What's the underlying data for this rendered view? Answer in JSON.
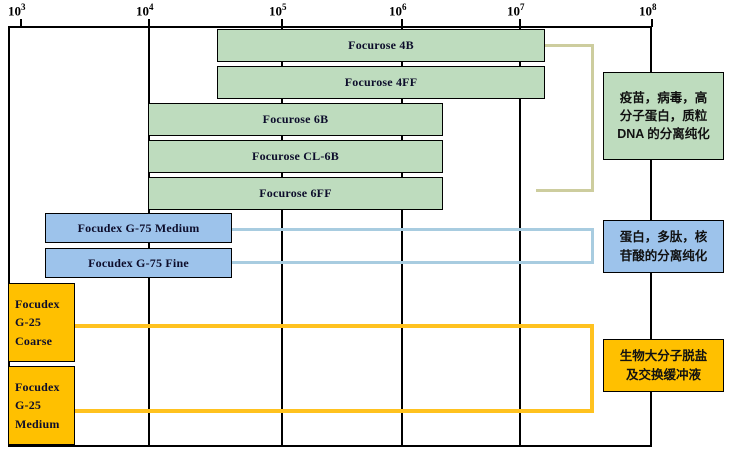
{
  "chart_data": {
    "type": "bar",
    "orientation": "horizontal",
    "title": "",
    "xlabel": "",
    "ylabel": "",
    "xscale": "log",
    "xlim": [
      1000,
      100000000
    ],
    "grid": true,
    "legend_position": "right-callouts",
    "axis": {
      "ticks": [
        {
          "label_base": "10",
          "label_exp": "3",
          "value": 1000
        },
        {
          "label_base": "10",
          "label_exp": "4",
          "value": 10000
        },
        {
          "label_base": "10",
          "label_exp": "5",
          "value": 100000
        },
        {
          "label_base": "10",
          "label_exp": "6",
          "value": 1000000
        },
        {
          "label_base": "10",
          "label_exp": "7",
          "value": 10000000
        },
        {
          "label_base": "10",
          "label_exp": "8",
          "value": 100000000
        }
      ]
    },
    "series": [
      {
        "group": "agarose",
        "color": "#bedcbe",
        "bars": [
          {
            "name": "Focurose 4B",
            "range_low": 60000,
            "range_high": 20000000
          },
          {
            "name": "Focurose 4FF",
            "range_low": 60000,
            "range_high": 20000000
          },
          {
            "name": "Focurose 6B",
            "range_low": 10000,
            "range_high": 4000000
          },
          {
            "name": "Focurose CL-6B",
            "range_low": 10000,
            "range_high": 4000000
          },
          {
            "name": "Focurose 6FF",
            "range_low": 10000,
            "range_high": 4000000
          }
        ]
      },
      {
        "group": "dextran-g75",
        "color": "#9dc3eb",
        "bars": [
          {
            "name": "Focudex G-75 Medium",
            "range_low": 3000,
            "range_high": 80000
          },
          {
            "name": "Focudex G-75 Fine",
            "range_low": 3000,
            "range_high": 80000
          }
        ]
      },
      {
        "group": "dextran-g25",
        "color": "#ffc000",
        "bars": [
          {
            "name_lines": [
              "Focudex",
              "G-25",
              "Coarse"
            ],
            "range_low": 1000,
            "range_high": 5000
          },
          {
            "name_lines": [
              "Focudex",
              "G-25",
              "Medium"
            ],
            "range_low": 1000,
            "range_high": 5000
          }
        ]
      }
    ],
    "annotations": [
      {
        "group": "agarose",
        "lines": [
          "疫苗，病毒，高",
          "分子蛋白，质粒",
          "DNA 的分离纯化"
        ],
        "color": "#bedcbe"
      },
      {
        "group": "dextran-g75",
        "lines": [
          "蛋白，多肽，核",
          "苷酸的分离纯化"
        ],
        "color": "#9dc3eb"
      },
      {
        "group": "dextran-g25",
        "lines": [
          "生物大分子脱盐",
          "及交换缓冲液"
        ],
        "color": "#ffc000"
      }
    ]
  },
  "bars": {
    "b0": "Focurose 4B",
    "b1": "Focurose 4FF",
    "b2": "Focurose 6B",
    "b3": "Focurose CL-6B",
    "b4": "Focurose 6FF",
    "b5": "Focudex G-75 Medium",
    "b6": "Focudex G-75 Fine",
    "b7l0": "Focudex",
    "b7l1": "G-25",
    "b7l2": "Coarse",
    "b8l0": "Focudex",
    "b8l1": "G-25",
    "b8l2": "Medium"
  },
  "ticks": {
    "t0b": "10",
    "t0e": "3",
    "t1b": "10",
    "t1e": "4",
    "t2b": "10",
    "t2e": "5",
    "t3b": "10",
    "t3e": "6",
    "t4b": "10",
    "t4e": "7",
    "t5b": "10",
    "t5e": "8"
  },
  "callouts": {
    "green": {
      "l0": "疫苗，病毒，高",
      "l1": "分子蛋白，质粒",
      "l2": "DNA 的分离纯化"
    },
    "blue": {
      "l0": "蛋白，多肽，核",
      "l1": "苷酸的分离纯化"
    },
    "yellow": {
      "l0": "生物大分子脱盐",
      "l1": "及交换缓冲液"
    }
  },
  "colors": {
    "green": "#bedcbe",
    "blue": "#9dc3eb",
    "yellow": "#ffc000",
    "green_bracket": "#cdcd9e",
    "blue_bracket": "#a8cce0",
    "yellow_bracket": "#ffc21f",
    "axis": "#000000"
  }
}
